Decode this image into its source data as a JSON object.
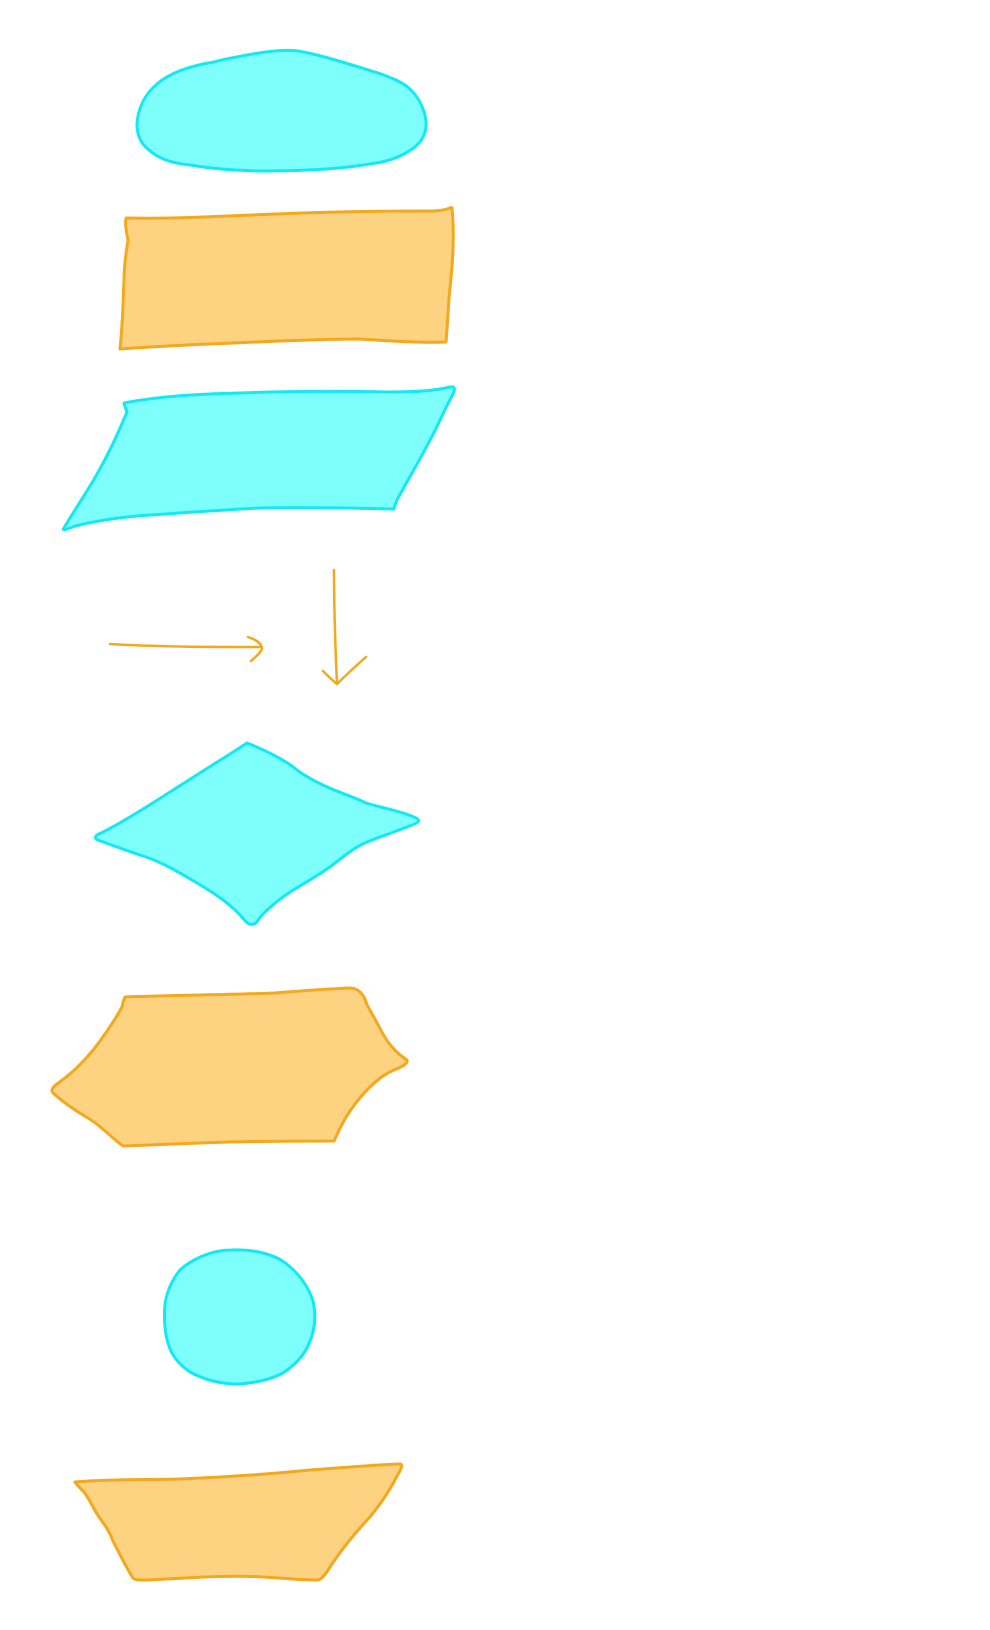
{
  "colors": {
    "cyan_fill": "#7dfffb",
    "cyan_stroke": "#12e9f4",
    "orange_fill": "#fdd281",
    "orange_stroke": "#f3a81d",
    "background": "#ffffff"
  },
  "shapes": [
    {
      "kind": "terminator-oval",
      "fill": "cyan"
    },
    {
      "kind": "process-rectangle",
      "fill": "orange"
    },
    {
      "kind": "data-parallelogram",
      "fill": "cyan"
    },
    {
      "kind": "arrow-right",
      "fill": "none"
    },
    {
      "kind": "arrow-down",
      "fill": "none"
    },
    {
      "kind": "decision-diamond",
      "fill": "cyan"
    },
    {
      "kind": "preparation-hexagon",
      "fill": "orange"
    },
    {
      "kind": "connector-circle",
      "fill": "cyan"
    },
    {
      "kind": "manual-operation-trapezoid",
      "fill": "orange"
    }
  ]
}
